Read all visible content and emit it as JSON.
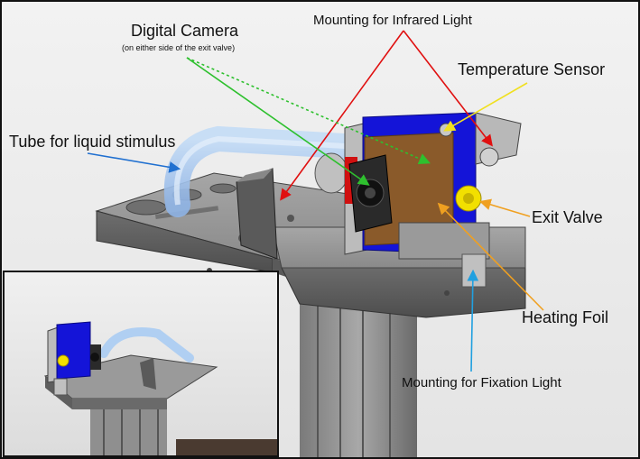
{
  "labels": {
    "digital_camera": "Digital Camera",
    "camera_note": "(on either side of the exit valve)",
    "infrared_mount": "Mounting for Infrared Light",
    "temperature_sensor": "Temperature Sensor",
    "tube": "Tube for liquid stimulus",
    "exit_valve": "Exit Valve",
    "heating_foil": "Heating Foil",
    "fixation_mount": "Mounting for Fixation Light"
  },
  "colors": {
    "infrared_arrow": "#e01010",
    "camera_arrow": "#2ec02e",
    "sensor_arrow": "#f0e020",
    "tube_arrow": "#2070d0",
    "valve_arrow": "#f0a020",
    "foil_arrow": "#f0a020",
    "fixation_arrow": "#20a0e0",
    "housing_blue": "#1414d8",
    "foil_brown": "#8a5a2a",
    "metal_gray": "#8c8c8c",
    "tube_light_blue": "#a8c8f0"
  }
}
